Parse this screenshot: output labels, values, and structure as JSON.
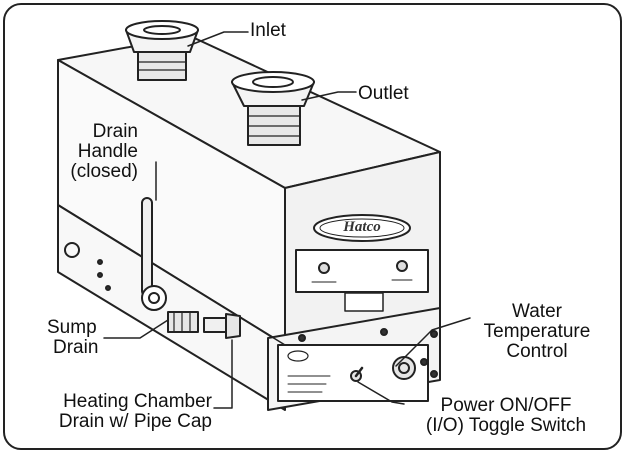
{
  "labels": {
    "inlet": "Inlet",
    "outlet": "Outlet",
    "drain_handle": [
      "Drain",
      "Handle",
      "(closed)"
    ],
    "sump_drain": [
      "Sump",
      "Drain"
    ],
    "heating_chamber": [
      "Heating Chamber",
      "Drain w/ Pipe Cap"
    ],
    "water_temp": [
      "Water",
      "Temperature",
      "Control"
    ],
    "power_switch": [
      "Power ON/OFF",
      "(I/O) Toggle Switch"
    ]
  },
  "brand": "Hatco",
  "colors": {
    "line": "#222222",
    "panel": "#f4f4f4",
    "shade": "#dcdcdc"
  }
}
